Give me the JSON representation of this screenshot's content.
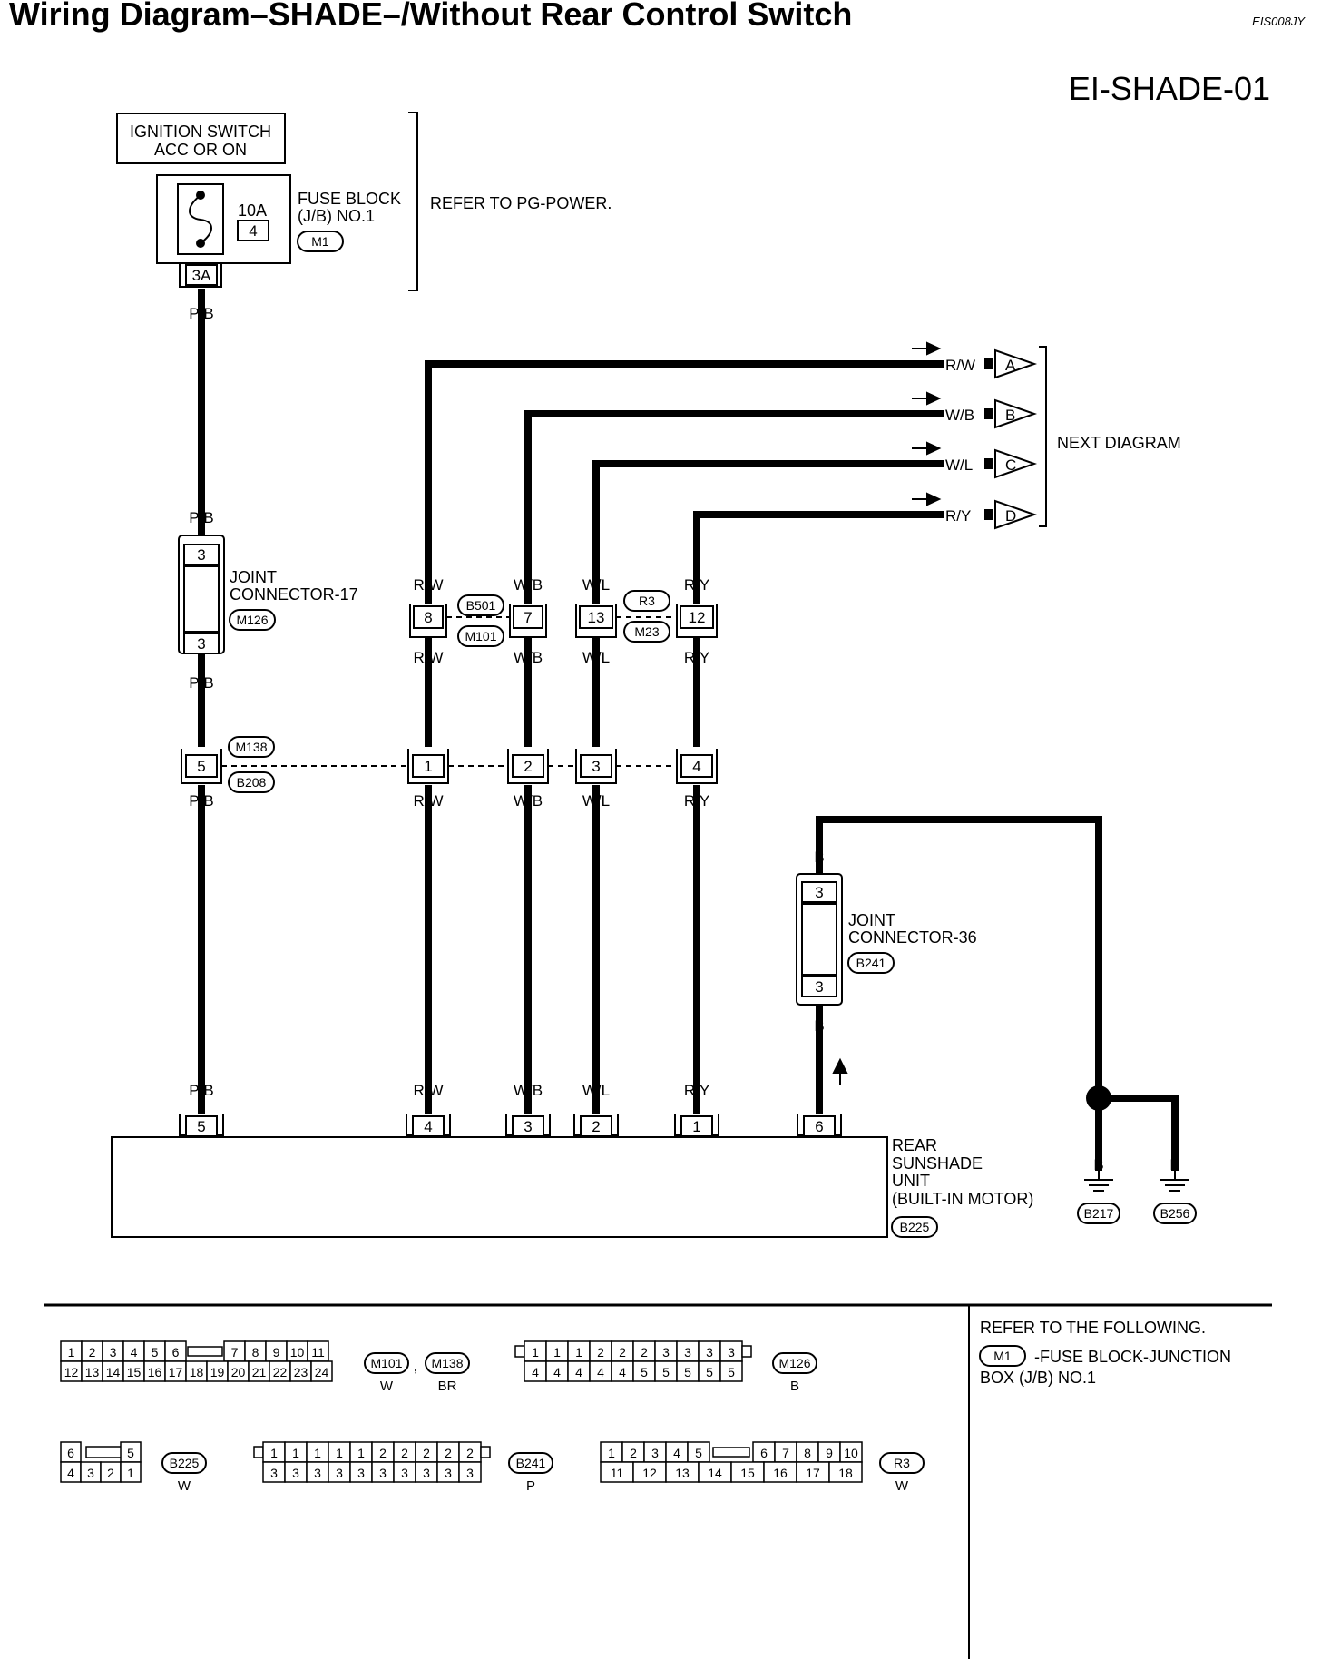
{
  "header": {
    "title": "Wiring Diagram–SHADE–/Without Rear Control Switch",
    "code": "EIS008JY",
    "diagram_id": "EI-SHADE-01"
  },
  "power": {
    "ignition_line1": "IGNITION SWITCH",
    "ignition_line2": "ACC OR ON",
    "fuse_amp": "10A",
    "fuse_number": "4",
    "fuse_block_line1": "FUSE BLOCK",
    "fuse_block_line2": "(J/B) NO.1",
    "fuse_block_connector": "M1",
    "fuse_terminal": "3A",
    "refer_text": "REFER TO PG-POWER."
  },
  "joint17": {
    "line1": "JOINT",
    "line2": "CONNECTOR-17",
    "connector": "M126",
    "pin_top": "3",
    "pin_bottom": "3"
  },
  "joint36": {
    "line1": "JOINT",
    "line2": "CONNECTOR-36",
    "connector": "B241",
    "pin_top": "3",
    "pin_bottom": "3"
  },
  "wires": {
    "pb": "P/B",
    "rw": "R/W",
    "wb": "W/B",
    "wl": "W/L",
    "ry": "R/Y",
    "b": "B"
  },
  "next_diagram": {
    "label": "NEXT  DIAGRAM",
    "outputs": [
      {
        "wire": "R/W",
        "letter": "A"
      },
      {
        "wire": "W/B",
        "letter": "B"
      },
      {
        "wire": "W/L",
        "letter": "C"
      },
      {
        "wire": "R/Y",
        "letter": "D"
      }
    ]
  },
  "conn_b501_m101": {
    "top": "B501",
    "bottom": "M101",
    "pins": [
      "8",
      "7"
    ]
  },
  "conn_r3_m23": {
    "top": "R3",
    "bottom": "M23",
    "pins": [
      "13",
      "12"
    ]
  },
  "conn_m138_b208": {
    "top": "M138",
    "bottom": "B208",
    "pins": [
      "5",
      "1",
      "2",
      "3",
      "4"
    ]
  },
  "rear_unit": {
    "pins": [
      "5",
      "4",
      "3",
      "2",
      "1",
      "6"
    ],
    "line1": "REAR",
    "line2": "SUNSHADE",
    "line3": "UNIT",
    "line4": "(BUILT-IN MOTOR)",
    "connector": "B225"
  },
  "grounds": [
    {
      "connector": "B217"
    },
    {
      "connector": "B256"
    }
  ],
  "legend": {
    "c1": {
      "row1": [
        "1",
        "2",
        "3",
        "4",
        "5",
        "6",
        "7",
        "8",
        "9",
        "10",
        "11"
      ],
      "row2": [
        "12",
        "13",
        "14",
        "15",
        "16",
        "17",
        "18",
        "19",
        "20",
        "21",
        "22",
        "23",
        "24"
      ],
      "id1": "M101",
      "sep": ",",
      "id2": "M138",
      "color1": "W",
      "color2": "BR"
    },
    "c2": {
      "row1": [
        "1",
        "1",
        "1",
        "2",
        "2",
        "2",
        "3",
        "3",
        "3",
        "3"
      ],
      "row2": [
        "4",
        "4",
        "4",
        "4",
        "4",
        "5",
        "5",
        "5",
        "5",
        "5"
      ],
      "id": "M126",
      "color": "B"
    },
    "c3": {
      "row1": [
        "6",
        "5"
      ],
      "row2": [
        "4",
        "3",
        "2",
        "1"
      ],
      "id": "B225",
      "color": "W"
    },
    "c4": {
      "row1": [
        "1",
        "1",
        "1",
        "1",
        "1",
        "2",
        "2",
        "2",
        "2",
        "2"
      ],
      "row2": [
        "3",
        "3",
        "3",
        "3",
        "3",
        "3",
        "3",
        "3",
        "3",
        "3"
      ],
      "id": "B241",
      "color": "P"
    },
    "c5": {
      "row1": [
        "1",
        "2",
        "3",
        "4",
        "5",
        "6",
        "7",
        "8",
        "9",
        "10"
      ],
      "row2": [
        "11",
        "12",
        "13",
        "14",
        "15",
        "16",
        "17",
        "18"
      ],
      "id": "R3",
      "color": "W"
    },
    "refer": {
      "line1": "REFER TO THE FOLLOWING.",
      "connector": "M1",
      "line2": "-FUSE BLOCK-JUNCTION",
      "line3": "BOX (J/B) NO.1"
    }
  }
}
